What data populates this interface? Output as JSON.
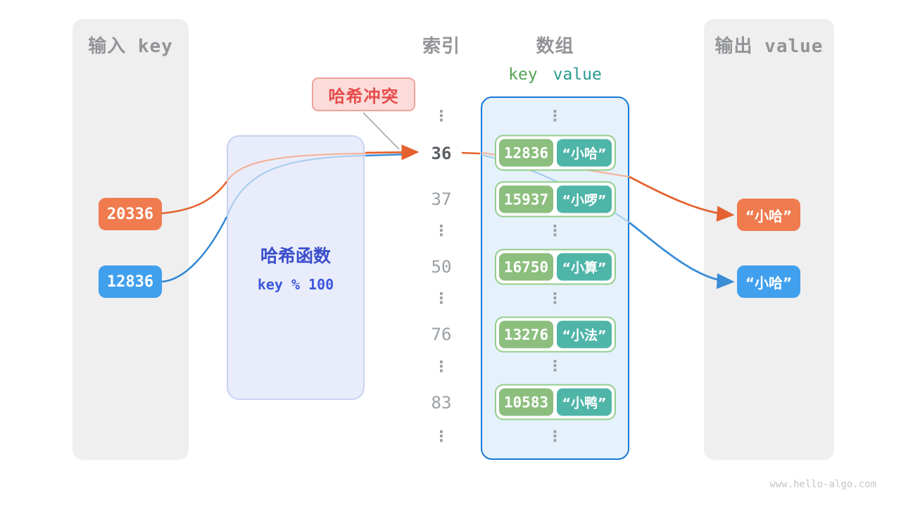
{
  "page": {
    "watermark": "www.hello-algo.com"
  },
  "icons": {
    "vertical_ellipsis": "⋮"
  },
  "colors": {
    "orange": "#ef7b4e",
    "blue": "#41a0ee",
    "key_green": "#8cbe7e",
    "value_teal": "#4fb5a8",
    "pair_border": "#93cd8b",
    "array_border": "#1779d8",
    "array_fill": "#e5f1fb",
    "hash_fill": "#e9edfb",
    "hash_text": "#3b4ecb",
    "collision_red": "#e74c4c",
    "panel_gray": "#efeff0"
  },
  "input_panel": {
    "title": "输入 key",
    "items": [
      {
        "label": "20336",
        "color": "orange"
      },
      {
        "label": "12836",
        "color": "blue"
      }
    ]
  },
  "output_panel": {
    "title": "输出 value",
    "items": [
      {
        "label": "“小哈”",
        "color": "orange"
      },
      {
        "label": "“小哈”",
        "color": "blue"
      }
    ]
  },
  "hash_function": {
    "title": "哈希函数",
    "formula": "key % 100"
  },
  "collision_label": {
    "text": "哈希冲突"
  },
  "index_column": {
    "title": "索引",
    "items": [
      "⋮",
      "36",
      "37",
      "⋮",
      "50",
      "⋮",
      "76",
      "⋮",
      "83",
      "⋮"
    ],
    "highlighted": "36"
  },
  "array": {
    "title": "数组",
    "columns": {
      "key": "key",
      "value": "value"
    },
    "entries": [
      {
        "key": "12836",
        "value": "“小哈”"
      },
      {
        "key": "15937",
        "value": "“小啰”"
      },
      {
        "key": "16750",
        "value": "“小算”"
      },
      {
        "key": "13276",
        "value": "“小法”"
      },
      {
        "key": "10583",
        "value": "“小鸭”"
      }
    ]
  }
}
